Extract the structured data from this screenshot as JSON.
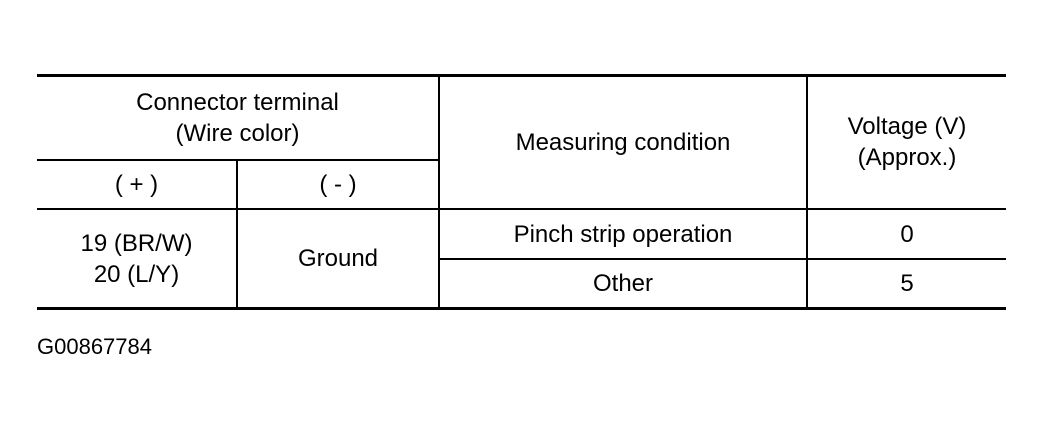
{
  "table": {
    "header": {
      "connector_terminal": [
        "Connector terminal",
        "(Wire color)"
      ],
      "plus": "( + )",
      "minus": "( - )",
      "measuring_condition": "Measuring condition",
      "voltage": [
        "Voltage (V)",
        "(Approx.)"
      ]
    },
    "body": {
      "plus_terminals": [
        "19 (BR/W)",
        "20 (L/Y)"
      ],
      "minus_terminal": "Ground",
      "rows": [
        {
          "condition": "Pinch strip operation",
          "voltage": "0"
        },
        {
          "condition": "Other",
          "voltage": "5"
        }
      ]
    }
  },
  "figure_id": "G00867784"
}
